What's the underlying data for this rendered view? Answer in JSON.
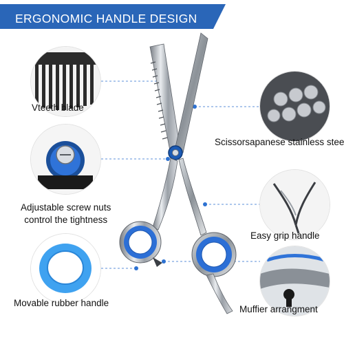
{
  "banner": {
    "title": "ERGONOMIC HANDLE DESIGN",
    "color": "#2a66b8"
  },
  "accent_color": "#2e72d2",
  "left_features": [
    {
      "label": "Vteeth blade",
      "icon": "comb-teeth-closeup"
    },
    {
      "label": "Adjustable screw nuts\ncontrol the tightness",
      "icon": "screw-nut-closeup"
    },
    {
      "label": "Movable rubber handle",
      "icon": "rubber-ring"
    }
  ],
  "right_features": [
    {
      "label": "Scissorsapanese stainless steel",
      "icon": "steel-rods-closeup"
    },
    {
      "label": "Easy grip handle",
      "icon": "grip-handle-closeup"
    },
    {
      "label": "Muffier arrangment",
      "icon": "muffler-closeup"
    }
  ]
}
